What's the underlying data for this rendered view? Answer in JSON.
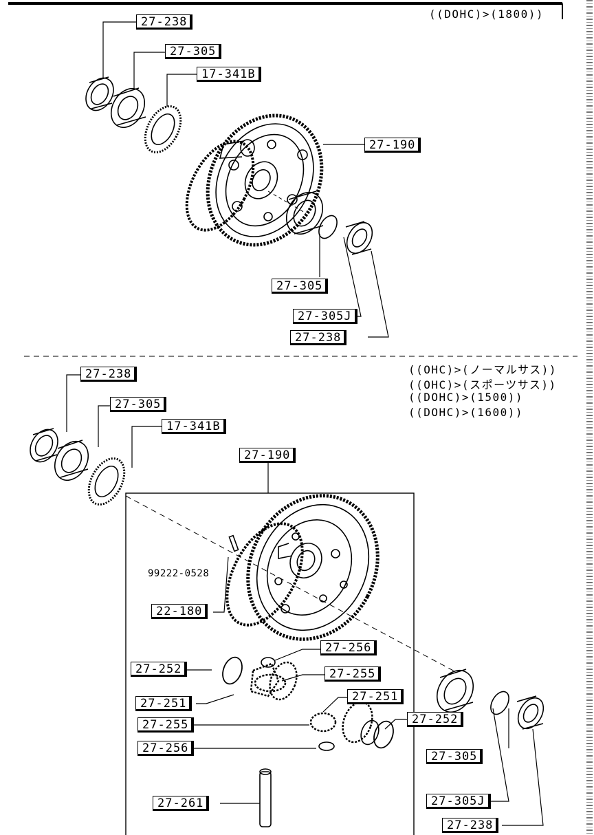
{
  "top_condition": "((DOHC)>(1800))",
  "bottom_conditions": [
    "((OHC)>(ノーマルサス))",
    "((OHC)>(スポーツサス))",
    "((DOHC)>(1500))",
    "((DOHC)>(1600))"
  ],
  "top_labels": {
    "l1": "27-238",
    "l2": "27-305",
    "l3": "17-341B",
    "l4": "27-190",
    "l5": "27-305",
    "l6": "27-305J",
    "l7": "27-238"
  },
  "bottom_labels": {
    "l1": "27-238",
    "l2": "27-305",
    "l3": "17-341B",
    "l4": "27-190",
    "l5": "22-180",
    "l6": "27-256",
    "l7": "27-252",
    "l8": "27-255",
    "l9": "27-251",
    "l10": "27-251",
    "l11": "27-255",
    "l12": "27-252",
    "l13": "27-256",
    "l14": "27-261",
    "l15": "27-305",
    "l16": "27-305J",
    "l17": "27-238"
  },
  "pin_label": "99222-0528"
}
